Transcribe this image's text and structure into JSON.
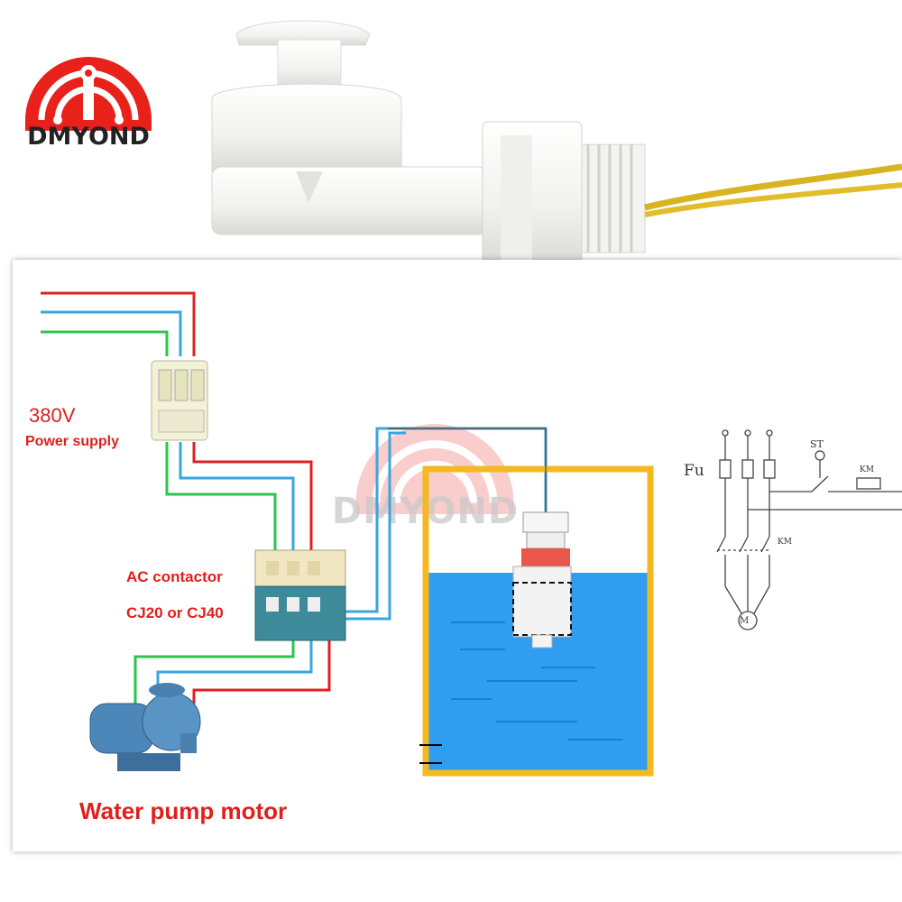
{
  "brand": {
    "name": "DMYOND",
    "color": "#e8211b"
  },
  "watermark": {
    "text": "DMYOND"
  },
  "labels": {
    "voltage": "380V",
    "power_supply": "Power supply",
    "ac_contactor": "AC contactor",
    "contactor_models": "CJ20 or CJ40",
    "pump": "Water pump motor"
  },
  "schematic": {
    "fu": "Fu",
    "st": "ST",
    "km_coil": "KM",
    "km_contact": "KM",
    "motor": "M"
  },
  "colors": {
    "red_wire": "#e02020",
    "blue_wire": "#3aa6de",
    "green_wire": "#2fc44a",
    "tank_frame": "#f5b820",
    "water": "#2f9ef0",
    "label_red": "#e0201c"
  },
  "icons": {
    "logo": "dmyond-logo-icon",
    "breaker": "circuit-breaker-icon",
    "contactor": "ac-contactor-icon",
    "pump": "water-pump-icon",
    "float_switch": "float-switch-icon"
  }
}
